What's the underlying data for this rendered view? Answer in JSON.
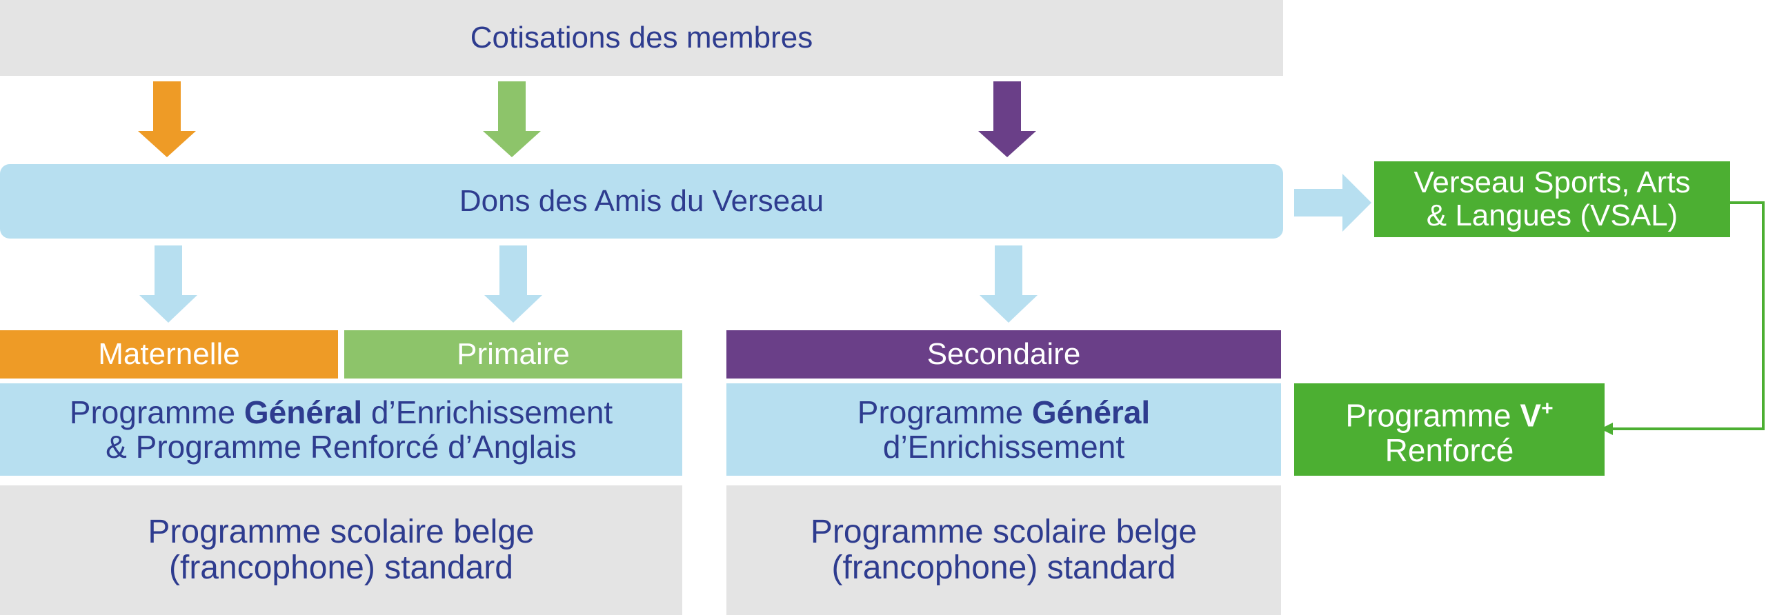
{
  "top": {
    "label": "Cotisations des membres"
  },
  "dons": {
    "label": "Dons des Amis du Verseau"
  },
  "vsal": {
    "line1": "Verseau Sports, Arts",
    "line2": "& Langues (VSAL)"
  },
  "headers": {
    "maternelle": "Maternelle",
    "primaire": "Primaire",
    "secondaire": "Secondaire"
  },
  "enrich_left": {
    "l1_pre": "Programme ",
    "l1_bold": "Général",
    "l1_post": " d’Enrichissement",
    "l2": "& Programme Renforcé d’Anglais"
  },
  "enrich_right": {
    "l1_pre": "Programme ",
    "l1_bold": "Général",
    "l2": "d’Enrichissement"
  },
  "vplus": {
    "l1_pre": "Programme ",
    "l1_bold": "V",
    "l1_sup": "+",
    "l2": "Renforcé"
  },
  "standard_left": {
    "l1": "Programme scolaire belge",
    "l2": "(francophone) standard"
  },
  "standard_right": {
    "l1": "Programme scolaire belge",
    "l2": "(francophone) standard"
  },
  "colors": {
    "orange": "#ee9b26",
    "green_light": "#8dc46a",
    "purple": "#6a3f88",
    "green_dark": "#4caf32",
    "light_blue": "#b7dff0",
    "grey": "#e4e4e4",
    "navy": "#2e3c8f"
  }
}
